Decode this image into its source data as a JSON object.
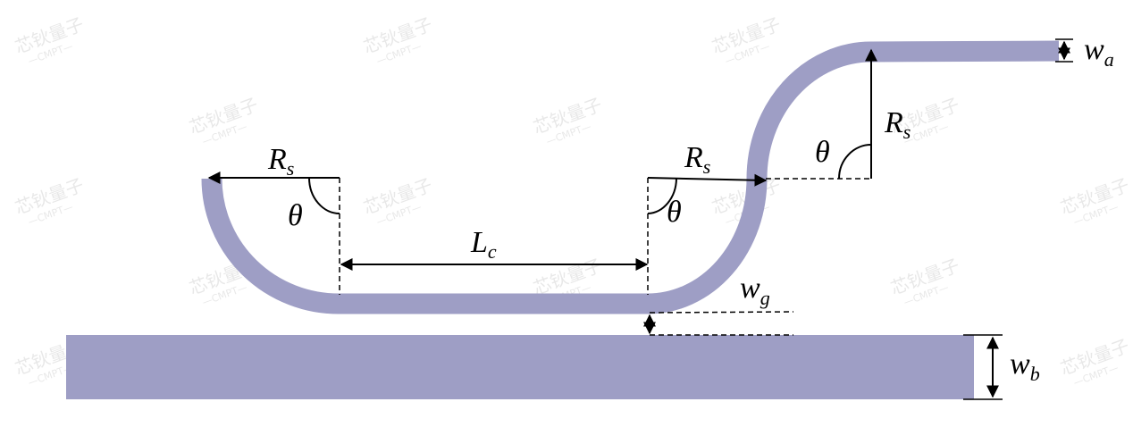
{
  "labels": {
    "rs_left": "R",
    "rs_left_sub": "s",
    "theta_left": "θ",
    "lc": "L",
    "lc_sub": "c",
    "rs_right": "R",
    "rs_right_sub": "s",
    "theta_right": "θ",
    "theta_top": "θ",
    "rs_vertical": "R",
    "rs_vertical_sub": "s",
    "wa": "w",
    "wa_sub": "a",
    "wg": "w",
    "wg_sub": "g",
    "wb": "w",
    "wb_sub": "b"
  },
  "watermark": {
    "brand": "芯钬量子",
    "sub": "—CMPT—"
  },
  "colors": {
    "waveguide": "#9e9ec5",
    "line": "#000000"
  }
}
